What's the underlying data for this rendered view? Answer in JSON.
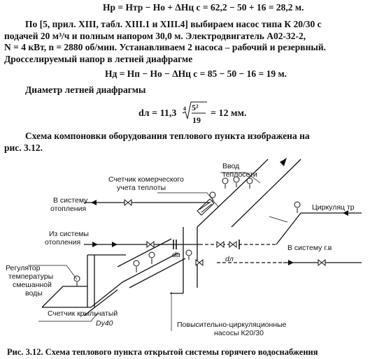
{
  "text": {
    "eq1": "Hр = Hтр − Hо + ΔHц с = 62,2 − 50 + 16 = 28,2 м.",
    "p1_l1": "По [5, прил. XIII, табл. XIII.1 и XIII.4] выбираем насос типа К 20/30 с",
    "p1_l2": "подачей 20 м³/ч и полным напором 30,0 м. Электродвигатель А02-32-2,",
    "p1_l3": "N = 4 кВт, n = 2880 об/мин. Устанавливаем 2 насоса – рабочий и резервный.",
    "p1_l4": "Дросселируемый напор в летней диафрагме",
    "eq2": "Hд = Hп − Hо − ΔHц с = 85 − 50 − 16 = 19 м.",
    "p2": "Диаметр летней диафрагмы",
    "eq3_lhs": "dл = 11,3",
    "eq3_num": "5²",
    "eq3_den": "19",
    "eq3_rhs": "= 12 мм.",
    "eq3_root_index": "4",
    "p3_l1": "Схема компоновки оборудования теплового пункта изображена на",
    "p3_l2": "рис. 3.12."
  },
  "diagram": {
    "labels": {
      "vvod_1": "Ввод",
      "vvod_2": "теплосети",
      "counter_1": "Счетчик комерческого",
      "counter_2": "учета теплоты",
      "to_heating_1": "В систему",
      "to_heating_2": "отопления",
      "from_heating_1": "Из системы",
      "from_heating_2": "отопления",
      "regulator_1": "Регулятор",
      "regulator_2": "температуры",
      "regulator_3": "смешанной",
      "regulator_4": "воды",
      "vane_counter": "Счетчик крыльчатый",
      "dy40": "Dy40",
      "pumps_1": "Повысительно-циркуляционные",
      "pumps_2": "насосы К20/30",
      "circ": "Циркуляц тр",
      "to_hot_water": "В систему г.в",
      "d_a": "dа",
      "d_l": "dл"
    }
  },
  "caption": "Рис. 3.12. Схема теплового пункта открытой системы горячего водоснабжения"
}
